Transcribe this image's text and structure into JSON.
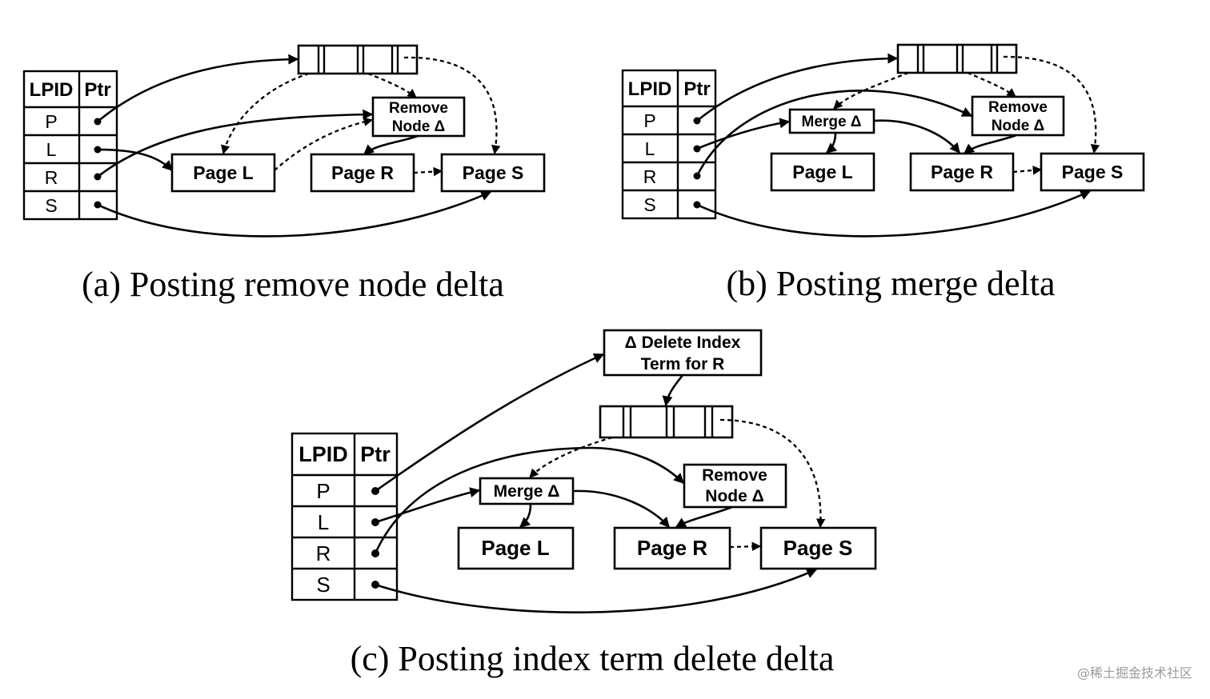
{
  "panels": [
    {
      "caption": "(a) Posting remove node delta",
      "table": {
        "headers": [
          "LPID",
          "Ptr"
        ],
        "rows": [
          "P",
          "L",
          "R",
          "S"
        ]
      },
      "pages": [
        "Page L",
        "Page R",
        "Page S"
      ],
      "deltas": [
        {
          "line1": "Remove",
          "line2": "Node Δ"
        }
      ]
    },
    {
      "caption": "(b) Posting merge delta",
      "table": {
        "headers": [
          "LPID",
          "Ptr"
        ],
        "rows": [
          "P",
          "L",
          "R",
          "S"
        ]
      },
      "pages": [
        "Page L",
        "Page R",
        "Page S"
      ],
      "deltas": [
        {
          "line1": "Merge Δ",
          "line2": ""
        },
        {
          "line1": "Remove",
          "line2": "Node Δ"
        }
      ]
    },
    {
      "caption": "(c) Posting index term delete delta",
      "table": {
        "headers": [
          "LPID",
          "Ptr"
        ],
        "rows": [
          "P",
          "L",
          "R",
          "S"
        ]
      },
      "pages": [
        "Page L",
        "Page R",
        "Page S"
      ],
      "deltas": [
        {
          "line1": "Δ Delete Index",
          "line2": "Term for R"
        },
        {
          "line1": "Merge Δ",
          "line2": ""
        },
        {
          "line1": "Remove",
          "line2": "Node Δ"
        }
      ]
    }
  ],
  "watermark": "@稀土掘金技术社区"
}
